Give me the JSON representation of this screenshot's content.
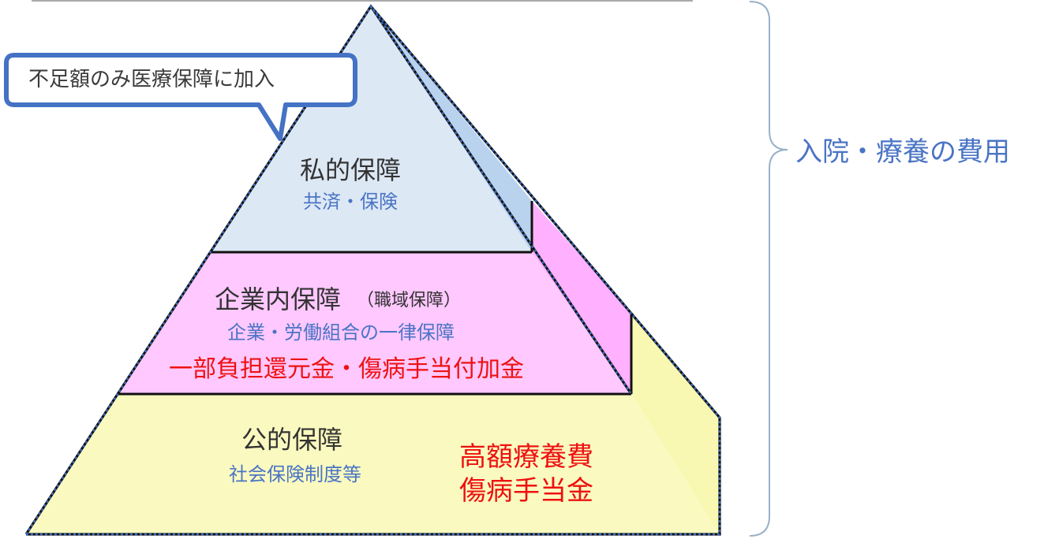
{
  "callout": {
    "text": "不足額のみ医療保障に加入"
  },
  "brace_label": "入院・療養の費用",
  "tiers": {
    "private": {
      "title": "私的保障",
      "subtitle": "共済・保険"
    },
    "corporate": {
      "title": "企業内保障",
      "title_note": "（職域保障）",
      "subtitle": "企業・労働組合の一律保障",
      "benefits": "一部負担還元金・傷病手当付加金"
    },
    "public": {
      "title": "公的保障",
      "subtitle": "社会保険制度等",
      "benefits_line1": "高額療養費",
      "benefits_line2": "傷病手当金"
    }
  },
  "colors": {
    "private_fill": "#dde8f5",
    "private_side": "#b9d2ee",
    "corporate_fill": "#ffc8ff",
    "corporate_side": "#ffb0ff",
    "public_fill": "#fafac0",
    "public_side": "#f8f8b2",
    "outline_dashed": "#3a6bc0",
    "callout_border": "#4472c4",
    "text_blue": "#4a74c4",
    "text_red": "#ee1111"
  }
}
